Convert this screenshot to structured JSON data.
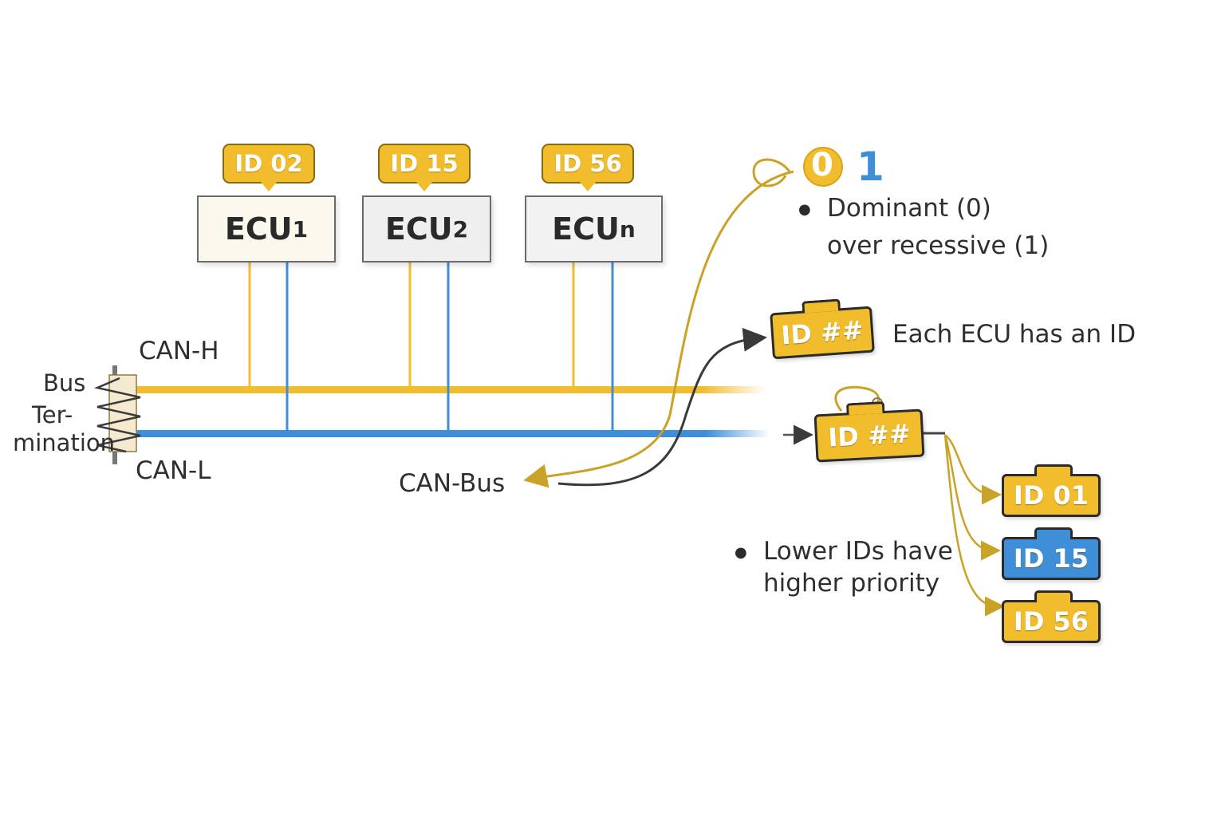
{
  "colors": {
    "can_h": "#f2bd2c",
    "can_l": "#3f8fd8",
    "text": "#2f2f2f"
  },
  "ecus": [
    {
      "name": "ECU",
      "sub": "1",
      "id": "ID 02",
      "bg": "#fbf9ee"
    },
    {
      "name": "ECU",
      "sub": "2",
      "id": "ID 15",
      "bg": "#efefef"
    },
    {
      "name": "ECU",
      "sub": "n",
      "id": "ID 56",
      "bg": "#f2f2f2"
    }
  ],
  "bus": {
    "can_h": "CAN-H",
    "can_l": "CAN-L",
    "termination_line1": "Bus",
    "termination_line2": "Ter-",
    "termination_line3": "mination",
    "can_bus": "CAN-Bus"
  },
  "bits": {
    "zero": "0",
    "one": "1"
  },
  "notes": {
    "dominant_line1": "Dominant (0)",
    "dominant_line2": "over recessive (1)",
    "each_ecu": "Each ECU has an ID",
    "lower_line1": "Lower IDs have",
    "lower_line2": "higher priority"
  },
  "tags": {
    "generic": "ID ##",
    "frame": "ID ##",
    "priority": [
      {
        "text": "ID 01",
        "color": "yellow"
      },
      {
        "text": "ID 15",
        "color": "blue"
      },
      {
        "text": "ID 56",
        "color": "yellow"
      }
    ]
  }
}
